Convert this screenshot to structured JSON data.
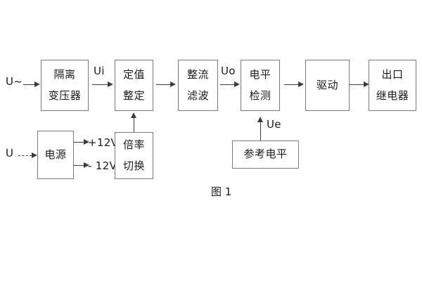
{
  "diagram": {
    "caption": "图 1",
    "inputs": {
      "ac_source": "U~",
      "dc_source": "U"
    },
    "signal_labels": {
      "ui": "Ui",
      "uo": "Uo",
      "ue": "Ue",
      "pos12v": "+12V",
      "neg12v": "- 12V"
    },
    "main_chain": [
      {
        "name": "isolation-transformer",
        "line1": "隔离",
        "line2": "变压器"
      },
      {
        "name": "setting-value",
        "line1": "定值",
        "line2": "整定"
      },
      {
        "name": "rectifier-filter",
        "line1": "整流",
        "line2": "滤波"
      },
      {
        "name": "level-detection",
        "line1": "电平",
        "line2": "检测"
      },
      {
        "name": "drive",
        "line1": "驱动",
        "line2": ""
      },
      {
        "name": "output-relay",
        "line1": "出口",
        "line2": "继电器"
      }
    ],
    "lower_blocks": [
      {
        "name": "power-supply",
        "line1": "电源",
        "line2": ""
      },
      {
        "name": "multiplier-switch",
        "line1": "倍率",
        "line2": "切换"
      },
      {
        "name": "reference-level",
        "line1": "参考电平",
        "line2": ""
      }
    ]
  }
}
